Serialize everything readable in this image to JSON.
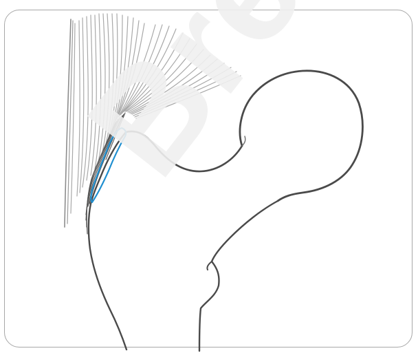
{
  "watermark": {
    "text": "Breitenseher"
  },
  "colors": {
    "background": "#ffffff",
    "frame_border": "#a7a7a7",
    "bone_outline": "#4a4a4a",
    "fibers_light": "#a8a8a8",
    "fibers_dark": "#555555",
    "bursa_highlight": "#1f8fd0",
    "watermark": "#f0f0f0"
  },
  "illustration": {
    "subject": "proximal-femur",
    "structures": [
      "femoral-head",
      "femoral-neck",
      "greater-trochanter",
      "lesser-trochanter",
      "gluteal-tendon-fibers",
      "trochanteric-bursa"
    ]
  }
}
